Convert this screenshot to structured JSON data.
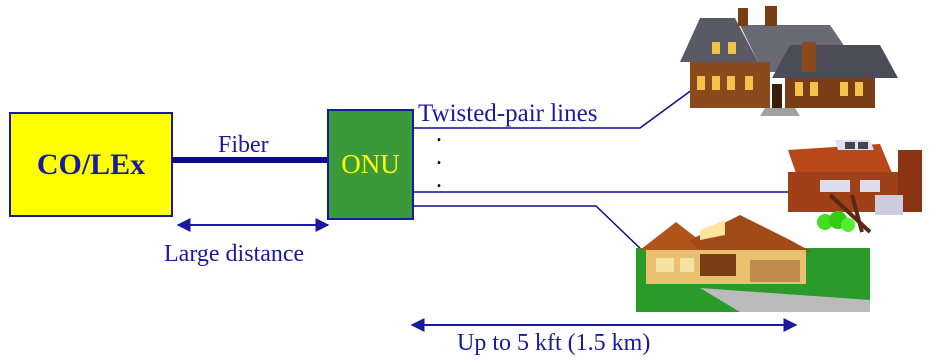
{
  "diagram": {
    "co_box": {
      "label": "CO/LEx",
      "color": "#ffff00"
    },
    "onu_box": {
      "label": "ONU",
      "color": "#3a9a3a"
    },
    "fiber_label": "Fiber",
    "twisted_pair_label": "Twisted-pair lines",
    "ellipsis": [
      ".",
      ".",
      "."
    ],
    "large_distance_label": "Large distance",
    "loop_length_label": "Up to 5 kft (1.5 km)",
    "line_color": "#0b0b8c",
    "houses": [
      {
        "icon": "victorian-house-icon"
      },
      {
        "icon": "modern-house-icon"
      },
      {
        "icon": "suburban-house-icon"
      }
    ]
  }
}
